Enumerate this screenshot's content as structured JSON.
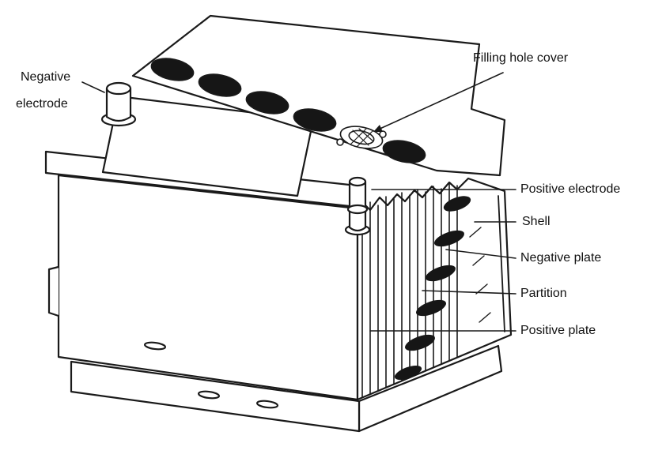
{
  "colors": {
    "ink": "#1a1a1a",
    "cap_fill": "#161616",
    "background": "#ffffff"
  },
  "labels": {
    "negative_electrode_line1": "Negative",
    "negative_electrode_line2": "electrode",
    "filling_hole_cover": "Filling hole cover",
    "positive_electrode": "Positive electrode",
    "shell": "Shell",
    "negative_plate": "Negative plate",
    "partition": "Partition",
    "positive_plate": "Positive plate"
  }
}
